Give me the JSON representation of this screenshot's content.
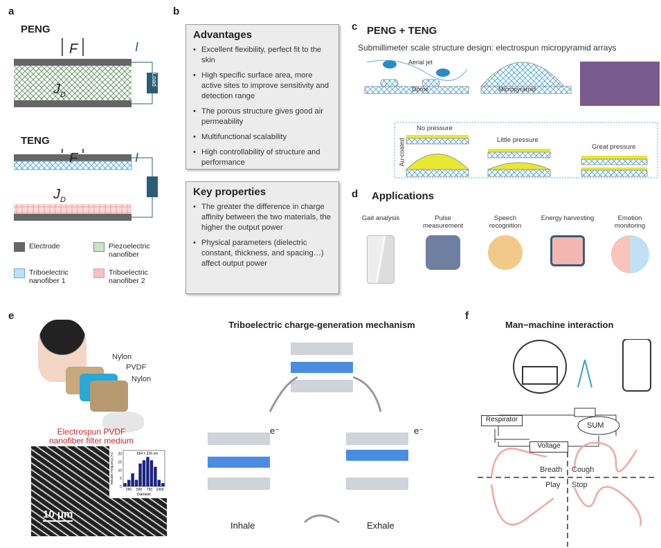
{
  "panel_a": {
    "label": "a",
    "peng_title": "PENG",
    "teng_title": "TENG",
    "force": "F",
    "current": "I",
    "jd": "J",
    "jd_sub": "D",
    "load": "Load",
    "legend": [
      {
        "label": "Electrode",
        "color": "#666666"
      },
      {
        "label": "Piezoelectric nanofiber",
        "color": "#7fa87f"
      },
      {
        "label": "Triboelectric nanofiber 1",
        "color": "#bfe0f5"
      },
      {
        "label": "Triboelectric nanofiber 2",
        "color": "#f5c2c2"
      }
    ]
  },
  "panel_b": {
    "label": "b",
    "advantages_title": "Advantages",
    "advantages": [
      "Excellent flexibility, perfect fit to the skin",
      "High specific surface area, more active sites to improve sensitivity and detection range",
      "The porous structure gives good air permeability",
      "Multifunctional scalability",
      "High controllability of structure and performance"
    ],
    "key_title": "Key properties",
    "key": [
      "The greater the difference in charge affinity between the two materials, the higher the output power",
      "Physical parameters (dielectric constant, thickness, and spacing…) affect output power"
    ]
  },
  "panel_c": {
    "label": "c",
    "title": "PENG + TENG",
    "subtitle": "Submillimeter scale structure design: electrospun micropyramid arrays",
    "aerial_jet": "Aerial jet",
    "dome": "Dome",
    "micropyramid": "Micropyramid",
    "au_coated": "Au-coated",
    "states": [
      "No pressure",
      "Little pressure",
      "Great pressure"
    ]
  },
  "panel_d": {
    "label": "d",
    "title": "Applications",
    "apps": [
      "Gait analysis",
      "Pulse measurement",
      "Speech recognition",
      "Energy harvesting",
      "Emotion monitoring"
    ]
  },
  "panel_e": {
    "label": "e",
    "layers": [
      "Nylon",
      "PVDF",
      "Nylon"
    ],
    "caption": "Electrospun PVDF nanofiber filter medium",
    "scale": "10 μm",
    "mech_title": "Triboelectric charge-generation mechanism",
    "inhale": "Inhale",
    "exhale": "Exhale",
    "electron": "e⁻",
    "chart_data": {
      "type": "bar",
      "annotation": "694 ± 226 nm",
      "xlabel": "Diameter",
      "ylabel": "Relative Frequency (%)",
      "xticks": [
        "250",
        "500",
        "750",
        "1000"
      ],
      "yticks": [
        "0",
        "5",
        "10",
        "15",
        "20"
      ],
      "ylim": [
        0,
        22
      ],
      "values": [
        2,
        4,
        8,
        4,
        14,
        16,
        18,
        16,
        12,
        4,
        2
      ],
      "color": "#1a237e"
    }
  },
  "panel_f": {
    "label": "f",
    "title": "Man−machine interaction",
    "respirator": "Respirator",
    "sum": "SUM",
    "voltage": "Voltage",
    "quadrants": [
      "Breath",
      "Cough",
      "Play",
      "Stop"
    ]
  }
}
